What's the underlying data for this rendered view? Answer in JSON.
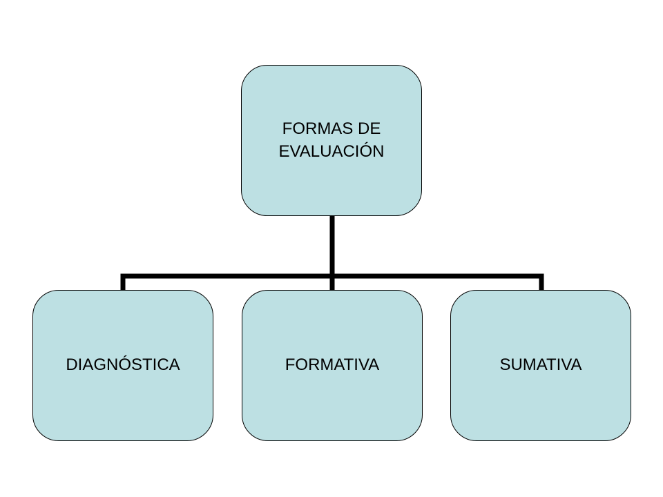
{
  "colors": {
    "node_fill": "#bde0e3",
    "node_border": "#000000",
    "connector": "#000000",
    "text": "#000000",
    "background": "#ffffff"
  },
  "diagram": {
    "type": "hierarchy",
    "root": {
      "label": "FORMAS DE EVALUACIÓN"
    },
    "children": [
      {
        "label": "DIAGNÓSTICA"
      },
      {
        "label": "FORMATIVA"
      },
      {
        "label": "SUMATIVA"
      }
    ]
  }
}
